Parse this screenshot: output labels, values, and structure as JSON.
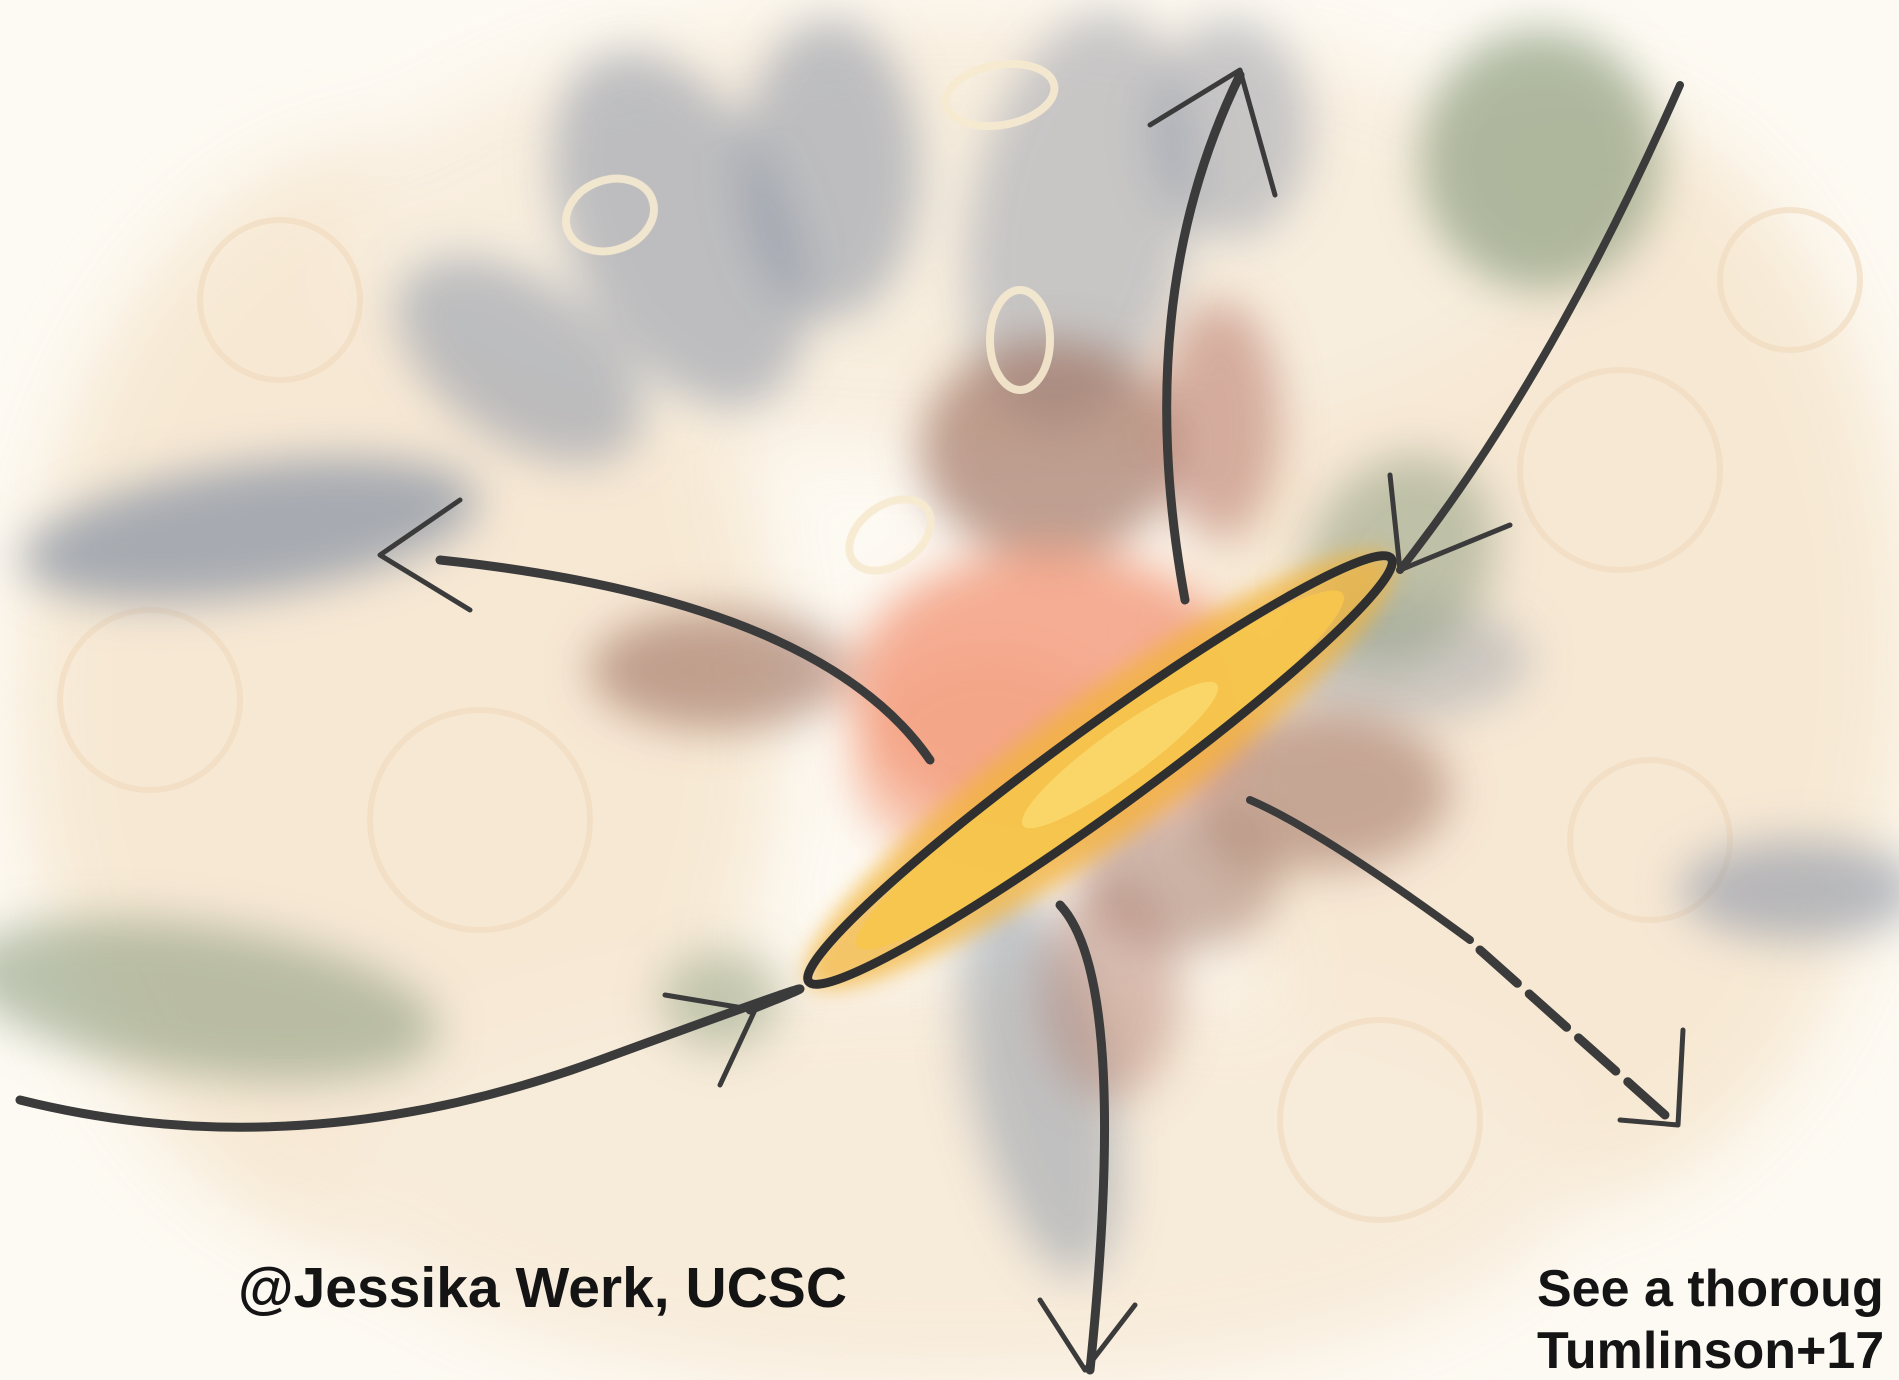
{
  "credit": "@Jessika Werk, UCSC",
  "note": {
    "line1": "See a thoroug",
    "line2": "Tumlinson+17"
  },
  "colors": {
    "background": "#fdfaf3",
    "halo_cream": "#f6e6cf",
    "inflow_green": "#8f9f82",
    "outflow_blue_grey": "#8c95a6",
    "outflow_brown": "#9c6e5e",
    "core_salmon": "#f29373",
    "disk_gold": "#f6c64c",
    "arrow_ink": "#3b3b3b",
    "text": "#141414"
  },
  "icons": [
    "galaxy-disk-icon",
    "flow-arrow-icon"
  ]
}
